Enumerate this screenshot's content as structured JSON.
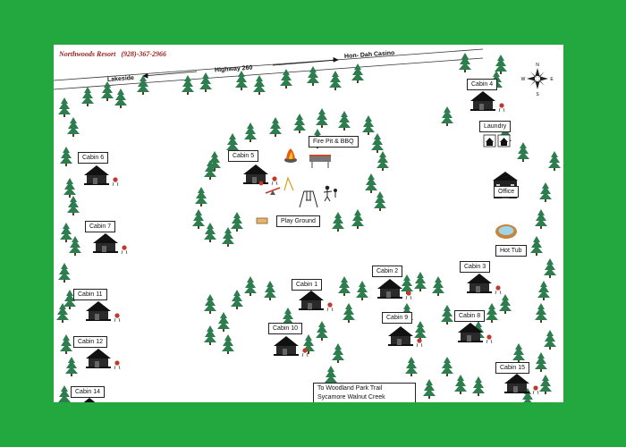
{
  "title": "Northwoods Resort",
  "phone": "(928)-367-2966",
  "roads": {
    "highway": "Highway 260",
    "left_dir": "Lakeside",
    "right_dir": "Hon- Dah Casino"
  },
  "places": [
    {
      "id": "cabin-4",
      "label": "Cabin 4"
    },
    {
      "id": "laundry",
      "label": "Laundry"
    },
    {
      "id": "cabin-6",
      "label": "Cabin 6"
    },
    {
      "id": "cabin-5",
      "label": "Cabin 5"
    },
    {
      "id": "fire-pit",
      "label": "Fire Pit & BBQ"
    },
    {
      "id": "office",
      "label": "Office"
    },
    {
      "id": "cabin-7",
      "label": "Cabin 7"
    },
    {
      "id": "play-ground",
      "label": "Play Ground"
    },
    {
      "id": "hot-tub",
      "label": "Hot Tub"
    },
    {
      "id": "cabin-3",
      "label": "Cabin 3"
    },
    {
      "id": "cabin-2",
      "label": "Cabin 2"
    },
    {
      "id": "cabin-1",
      "label": "Cabin 1"
    },
    {
      "id": "cabin-11",
      "label": "Cabin 11"
    },
    {
      "id": "cabin-9",
      "label": "Cabin 9"
    },
    {
      "id": "cabin-8",
      "label": "Cabin 8"
    },
    {
      "id": "cabin-10",
      "label": "Cabin 10"
    },
    {
      "id": "cabin-12",
      "label": "Cabin 12"
    },
    {
      "id": "cabin-15",
      "label": "Cabin 15"
    },
    {
      "id": "cabin-14",
      "label": "Cabin 14"
    }
  ],
  "trail": {
    "line1": "To Woodland Park Trail",
    "line2": "Sycamore Walnut Creek"
  },
  "compass": {
    "n": "N",
    "s": "S",
    "e": "E",
    "w": "W"
  },
  "colors": {
    "background": "#23a83f",
    "tree": "#2e7d4f",
    "cabin": "#1c1c1c",
    "title": "#9c1c1c"
  }
}
